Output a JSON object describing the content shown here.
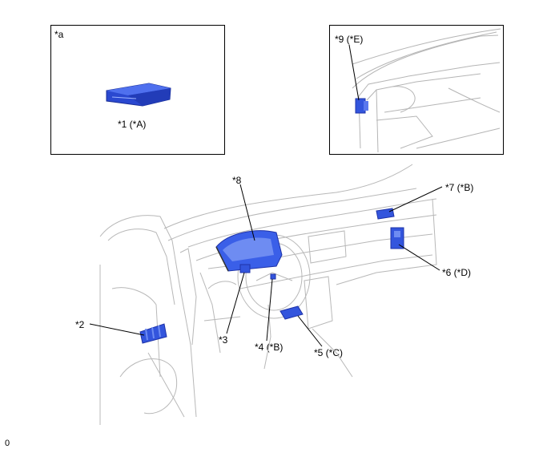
{
  "inset_a": {
    "tag": "*a",
    "caption": "*1 (*A)"
  },
  "inset_b": {
    "caption": "*9 (*E)"
  },
  "callouts": {
    "c2": "*2",
    "c3": "*3",
    "c4": "*4 (*B)",
    "c5": "*5 (*C)",
    "c6": "*6 (*D)",
    "c7": "*7 (*B)",
    "c8": "*8"
  },
  "footer_code": "0",
  "colors": {
    "component": "#3355dd",
    "component_dark": "#1f33a8",
    "outline": "#b8b8b8",
    "fill": "#f2f2f2"
  }
}
